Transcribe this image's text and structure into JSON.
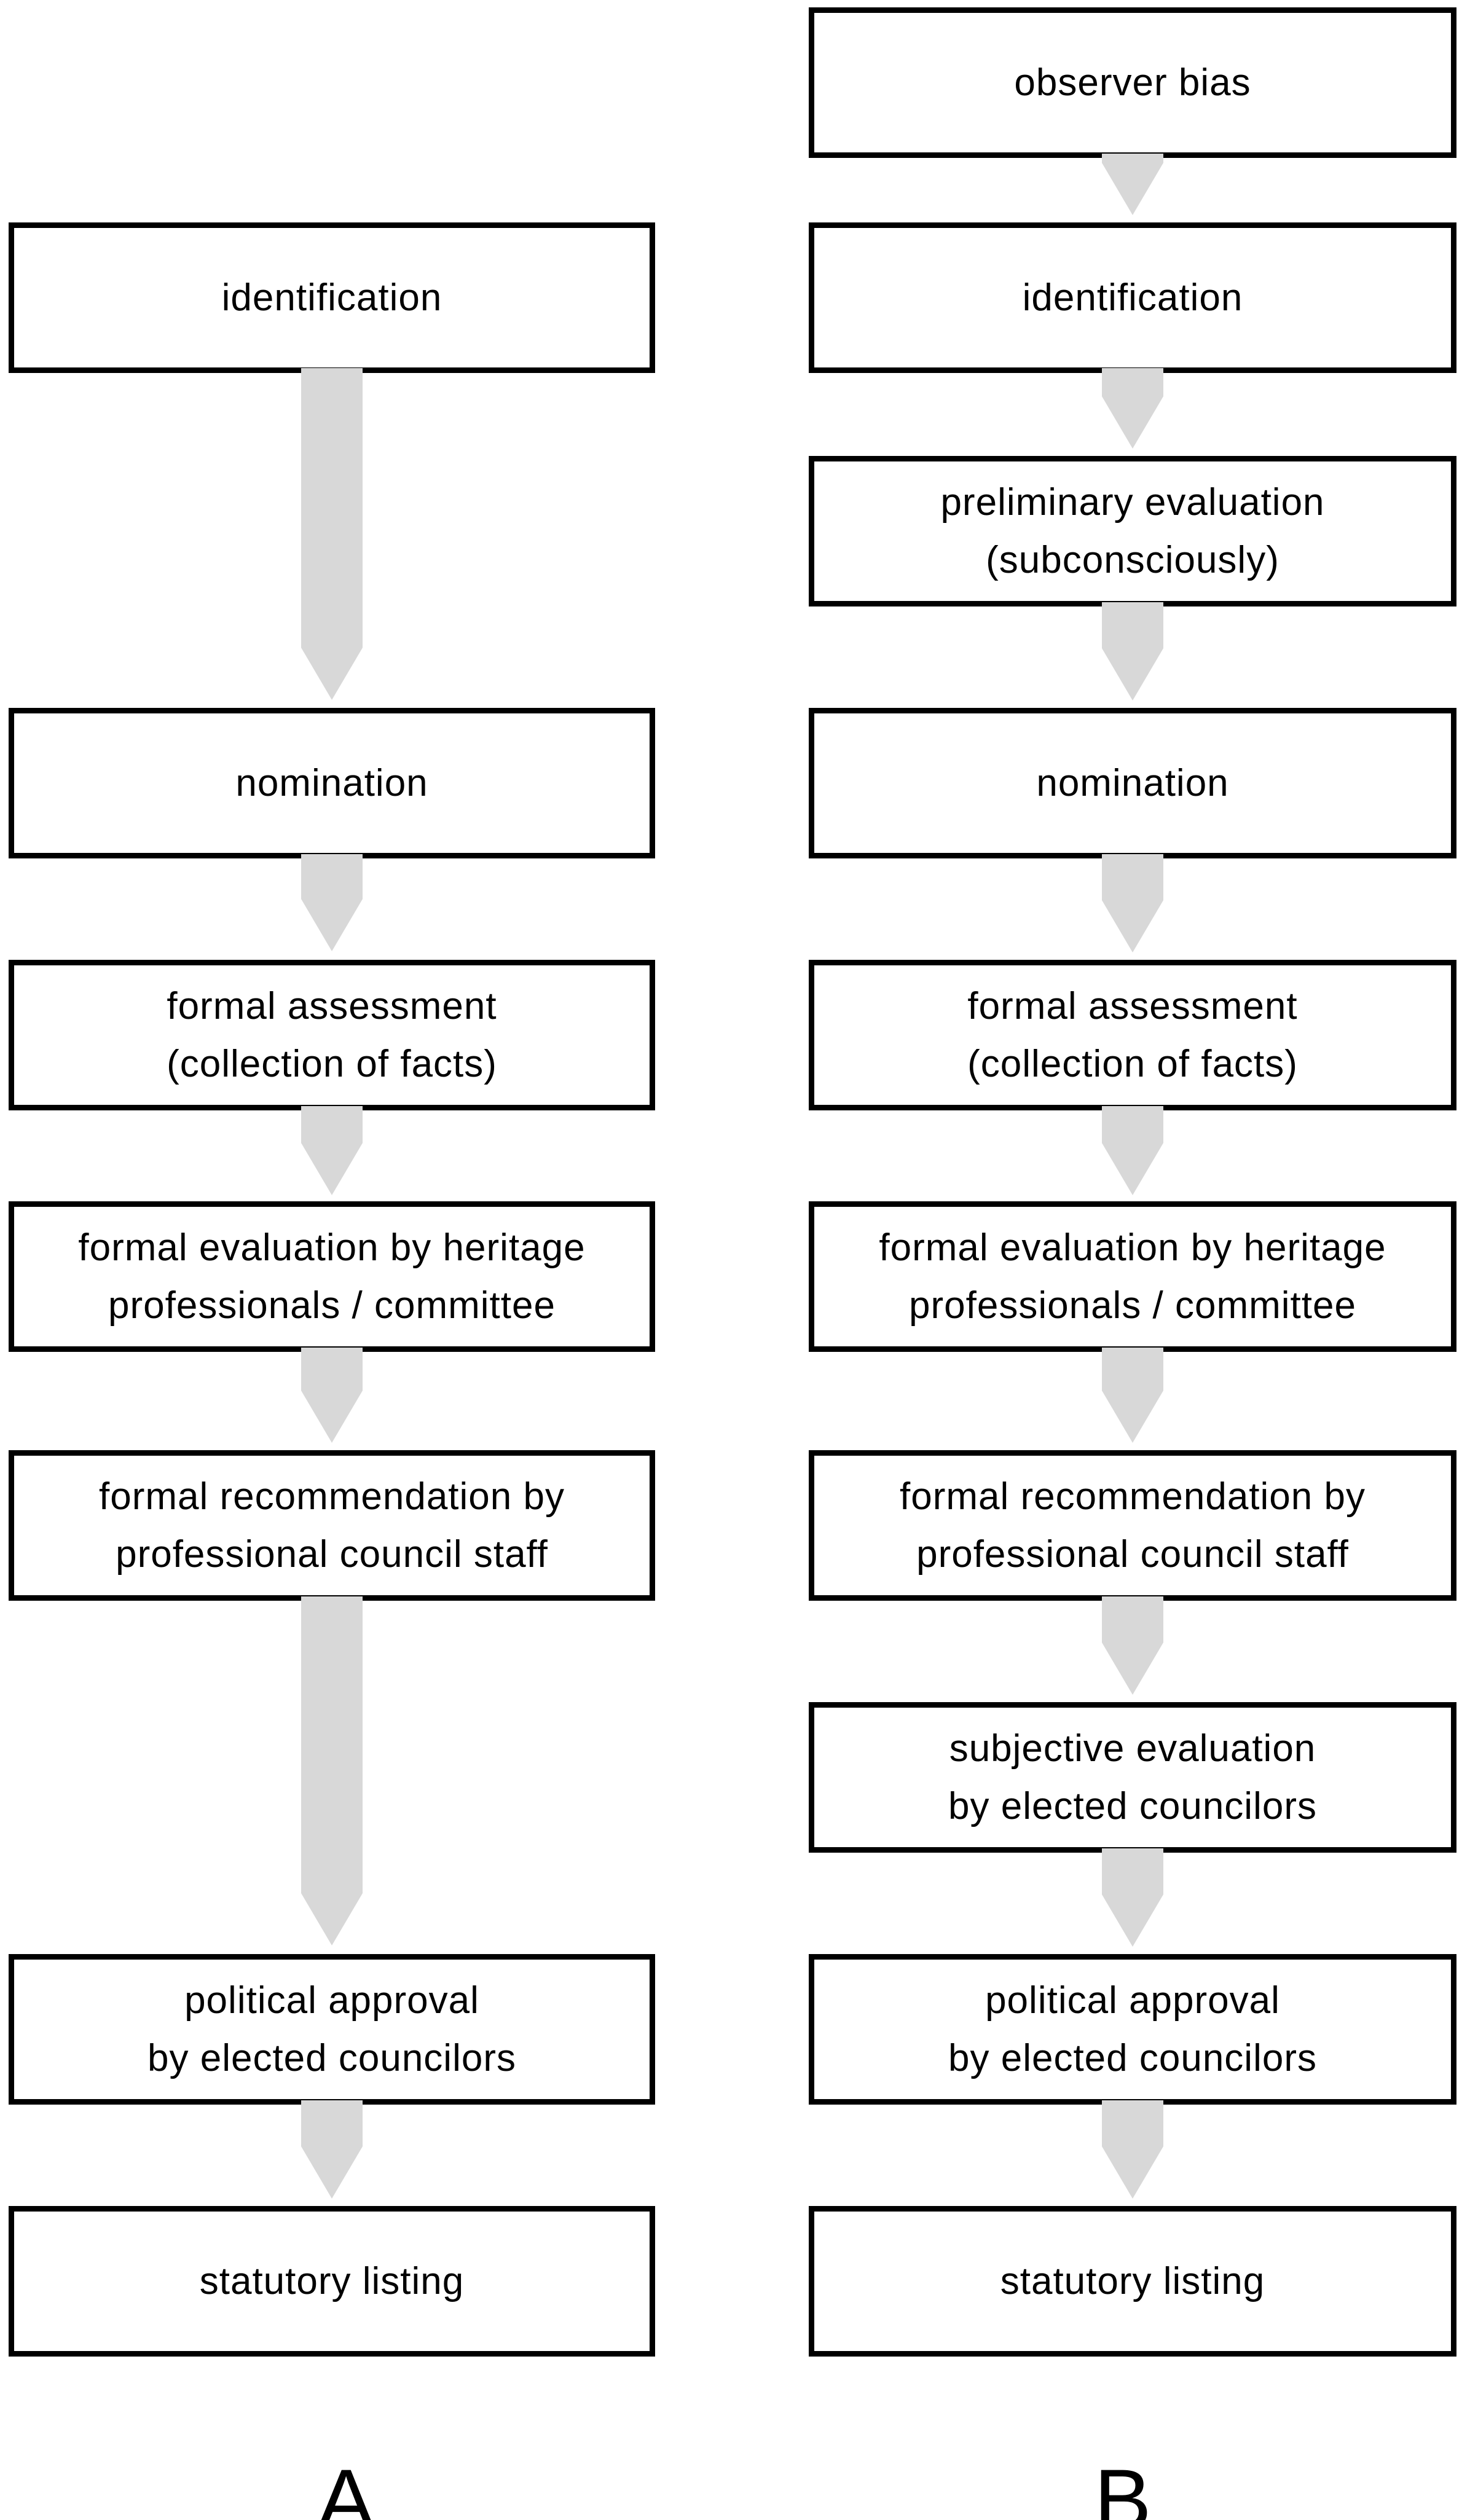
{
  "figure": {
    "type": "flowchart",
    "background": "#ffffff",
    "box_border_color": "#000000",
    "box_fill_color": "#ffffff",
    "arrow_color": "#d8d8d8",
    "column_a": {
      "label": "A",
      "steps": {
        "identification": "identification",
        "nomination": "nomination",
        "formal_assessment": "formal assessment\n(collection of facts)",
        "formal_evaluation": "formal evaluation by heritage\nprofessionals / committee",
        "formal_recommendation": "formal recommendation by\nprofessional council staff",
        "political_approval": "political approval\nby elected councilors",
        "statutory_listing": "statutory listing"
      }
    },
    "column_b": {
      "label": "B",
      "steps": {
        "observer_bias": "observer bias",
        "identification": "identification",
        "preliminary_evaluation": "preliminary evaluation\n(subconsciously)",
        "nomination": "nomination",
        "formal_assessment": "formal assessment\n(collection of facts)",
        "formal_evaluation": "formal evaluation by heritage\nprofessionals / committee",
        "formal_recommendation": "formal recommendation by\nprofessional council staff",
        "subjective_evaluation": "subjective evaluation\nby elected councilors",
        "political_approval": "political approval\nby elected councilors",
        "statutory_listing": "statutory listing"
      }
    }
  }
}
